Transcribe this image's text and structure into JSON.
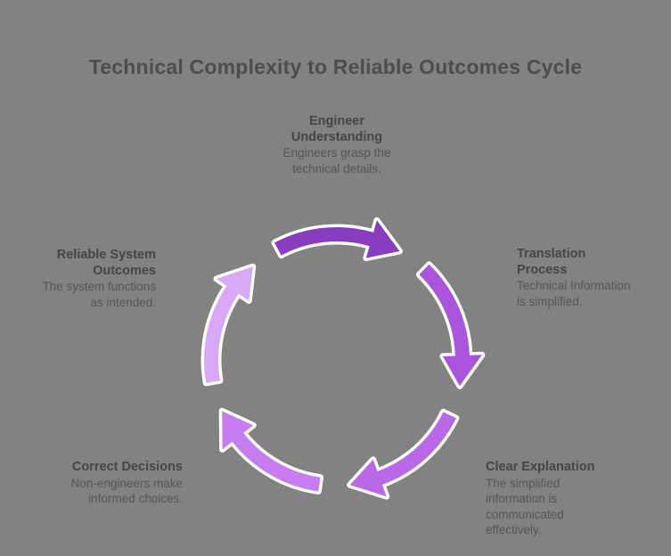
{
  "page": {
    "background_color": "#828282",
    "title": "Technical Complexity to Reliable Outcomes Cycle",
    "title_color": "#4d4d4d"
  },
  "diagram": {
    "type": "cycle-diagram",
    "flow_direction": "clockwise",
    "arrow_outline_color": "#ffffff",
    "text_colors": {
      "node_title": "#454545",
      "node_body": "#555555"
    },
    "segments": [
      {
        "name": "top-arc",
        "color": "#8a3cc0"
      },
      {
        "name": "right-arc",
        "color": "#a855dc"
      },
      {
        "name": "bottom-arc",
        "color": "#b968e8"
      },
      {
        "name": "bottom-left-arc",
        "color": "#c77df0"
      },
      {
        "name": "top-left-arc",
        "color": "#d8a8f6"
      }
    ],
    "nodes": [
      {
        "position": "top",
        "title": "Engineer Understanding",
        "title_lines": [
          "Engineer",
          "Understanding"
        ],
        "body": "Engineers grasp the technical details.",
        "body_lines": [
          "Engineers grasp the",
          "technical details."
        ]
      },
      {
        "position": "right",
        "title": "Translation Process",
        "title_lines": [
          "Translation",
          "Process"
        ],
        "body": "Technical Information is simplified.",
        "body_lines": [
          "Technical Information",
          "is simplified."
        ]
      },
      {
        "position": "bottom-right",
        "title": "Clear Explanation",
        "title_lines": [
          "Clear Explanation"
        ],
        "body": "The simplified information is communicated effectively.",
        "body_lines": [
          "The simplified",
          "information is",
          "communicated",
          "effectively."
        ]
      },
      {
        "position": "bottom-left",
        "title": "Correct Decisions",
        "title_lines": [
          "Correct Decisions"
        ],
        "body": "Non-engineers make informed choices.",
        "body_lines": [
          "Non-engineers make",
          "informed choices."
        ]
      },
      {
        "position": "left",
        "title": "Reliable System Outcomes",
        "title_lines": [
          "Reliable System",
          "Outcomes"
        ],
        "body": "The system functions as intended.",
        "body_lines": [
          "The system functions",
          "as intended."
        ]
      }
    ]
  }
}
